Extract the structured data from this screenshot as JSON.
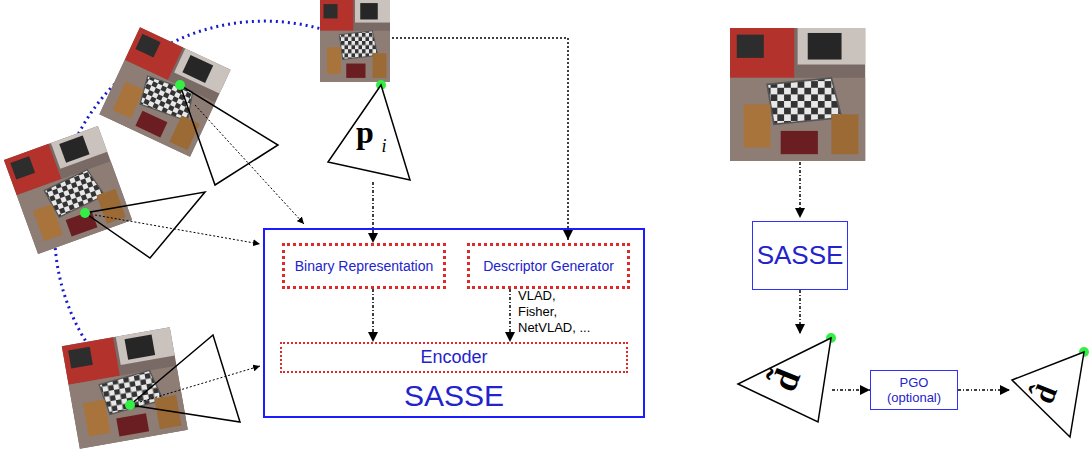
{
  "diagram": {
    "nodes": [
      {
        "text": [
          "p",
          "i"
        ]
      },
      {
        "text": [
          "SASSE"
        ]
      },
      {
        "text": [
          "Binary Representation"
        ],
        "in": 1
      },
      {
        "text": [
          "Descriptor Generator"
        ],
        "in": 1
      },
      {
        "text": [
          "Encoder"
        ],
        "in": 1
      },
      {
        "text": [
          "SASSE"
        ]
      },
      {
        "text": [
          "d̃"
        ]
      },
      {
        "text": [
          "PGO (optional)"
        ]
      },
      {
        "text": [
          "d̂"
        ]
      }
    ],
    "edges": [
      {
        "from": 0,
        "to": 2,
        "arrow": "to"
      },
      {
        "from": 2,
        "to": 4,
        "arrow": "to"
      },
      {
        "from": 3,
        "to": 4,
        "arrow": "to"
      },
      {
        "from": 5,
        "to": 6,
        "arrow": "to"
      },
      {
        "from": 6,
        "to": 7,
        "arrow": "to"
      },
      {
        "from": 7,
        "to": 8,
        "arrow": "to"
      }
    ],
    "labels": [
      "VLAD, Fisher, NetVLAD, ..."
    ]
  }
}
